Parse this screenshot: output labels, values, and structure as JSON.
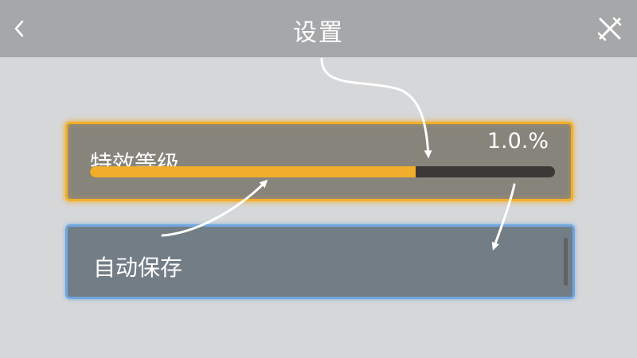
{
  "header": {
    "title": "设置",
    "back_icon": "chevron-left-icon",
    "close_icon": "crossed-swords-icon"
  },
  "effect_level": {
    "label": "特效等级",
    "value_text": "1.0.%",
    "fill_fraction": 0.7
  },
  "auto_save": {
    "label": "自动保存"
  },
  "colors": {
    "accent_orange": "#f2ae2a",
    "accent_blue": "#6fa6e0",
    "header_bg": "#a6a7a9",
    "page_bg": "#d6d7d9"
  }
}
